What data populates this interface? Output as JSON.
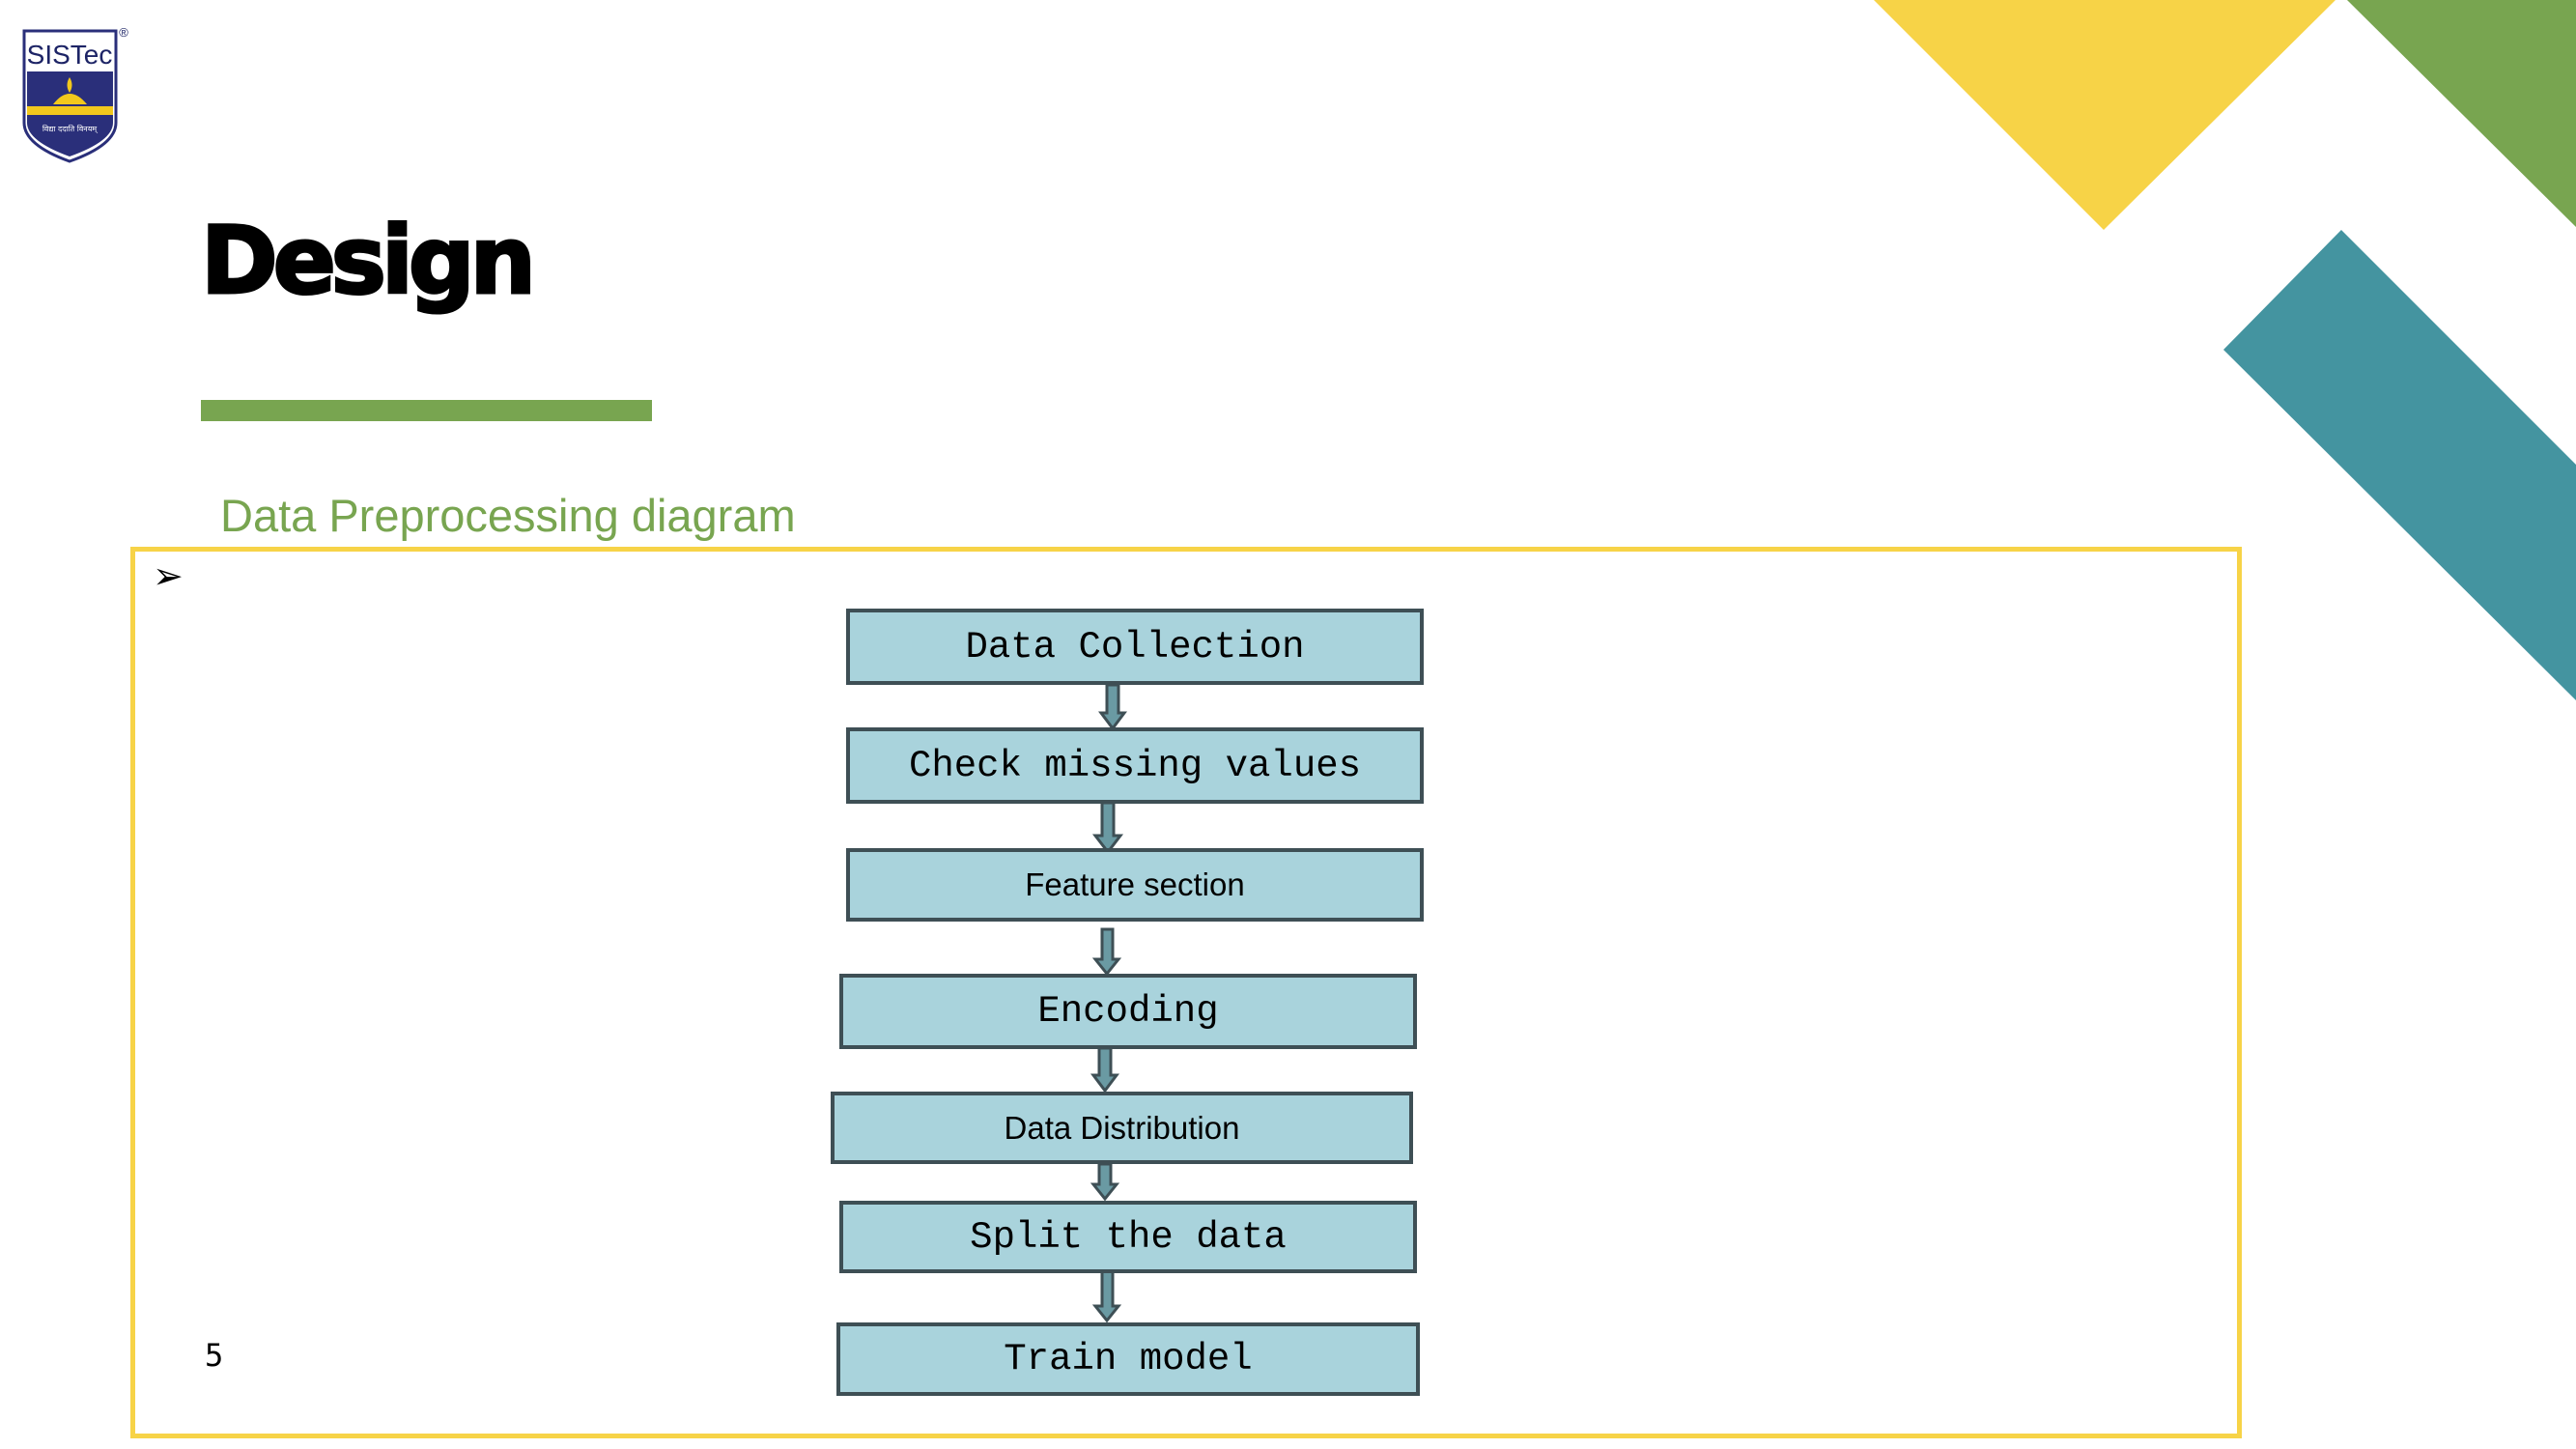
{
  "slide": {
    "title": "Design",
    "subtitle": "Data Preprocessing diagram",
    "bullet_glyph": "➢",
    "page_number": "5"
  },
  "logo": {
    "text": "SISTec",
    "registered_mark": "®",
    "motto": "विद्या ददाति विनयम्",
    "colors": {
      "shield": "#2a2f7a",
      "band": "#f2c81c",
      "text": "#1d2466"
    }
  },
  "diagram": {
    "steps": [
      {
        "label": "Data Collection"
      },
      {
        "label": "Check missing values"
      },
      {
        "label": "Feature section"
      },
      {
        "label": "Encoding"
      },
      {
        "label": "Data Distribution"
      },
      {
        "label": "Split the data"
      },
      {
        "label": "Train model"
      }
    ],
    "colors": {
      "box_fill": "#a9d3dc",
      "box_border": "#3e4f55",
      "arrow_fill": "#6a9aa3"
    }
  },
  "theme": {
    "accent_green": "#78a550",
    "accent_yellow": "#f7d347",
    "accent_teal": "#4494a0"
  }
}
